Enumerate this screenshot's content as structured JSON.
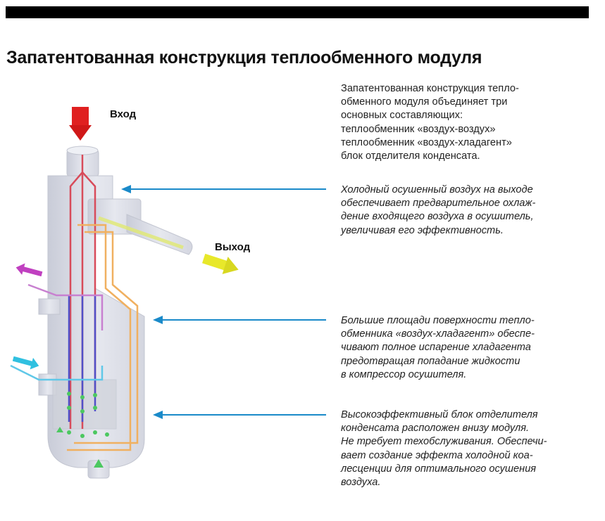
{
  "title": "Запатентованная конструкция теплообменного модуля",
  "diagram": {
    "inlet_label": "Вход",
    "outlet_label": "Выход"
  },
  "paragraphs": [
    {
      "lines": [
        "Запатентованная конструкция тепло-",
        "обменного модуля объединяет три",
        "основных составляющих:",
        "теплообменник «воздух-воздух»",
        "теплообменник «воздух-хладагент»",
        "блок отделителя конденсата."
      ]
    },
    {
      "lines": [
        "Холодный осушенный воздух на выходе",
        "обеспечивает предварительное охлаж-",
        "дение входящего воздуха в осушитель,",
        "увеличивая его эффективность."
      ]
    },
    {
      "lines": [
        "Большие площади поверхности тепло-",
        "обменника «воздух-хладагент» обеспе-",
        "чивают полное испарение хладагента",
        "предотвращая попадание жидкости",
        "в компрессор осушителя."
      ]
    },
    {
      "lines": [
        "Высокоэффективный блок отделителя",
        "конденсата расположен внизу модуля.",
        "Не требует техобслуживания. Обеспечи-",
        "вает создание эффекта холодной коа-",
        "лесценции для оптимального осушения",
        "воздуха."
      ]
    }
  ],
  "colors": {
    "pointer": "#1a8ac9",
    "inlet": "#e02020",
    "outlet": "#e8e82a",
    "refrigerant_out": "#c040c0",
    "refrigerant_in": "#30c0e0"
  }
}
